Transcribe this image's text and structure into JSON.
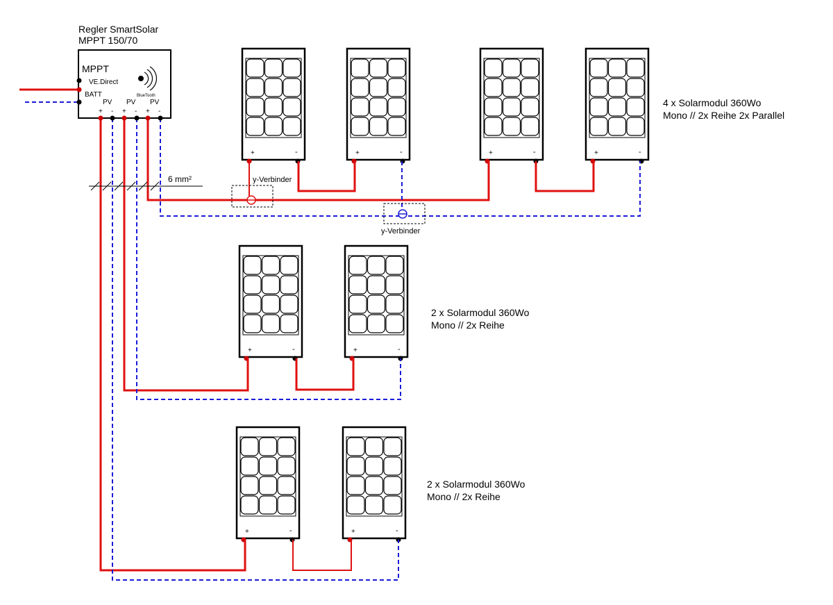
{
  "colors": {
    "positive": "#e01010",
    "negative": "#1a1ad8"
  },
  "controller": {
    "title_line1": "Regler SmartSolar",
    "title_line2": "MPPT 150/70",
    "mppt_label": "MPPT",
    "vedirect_label": "VE.Direct",
    "batt_label": "BATT",
    "bluetooth_label": "BlueTooth",
    "pv_label": "PV",
    "plus_sign": "+",
    "minus_sign": "-"
  },
  "cable_label": "6 mm²",
  "connectors": [
    {
      "label": "y-Verbinder"
    },
    {
      "label": "y-Verbinder"
    }
  ],
  "module_plus": "+",
  "module_minus": "-",
  "groups": [
    {
      "line1": "4 x Solarmodul 360Wo",
      "line2": "Mono // 2x Reihe 2x Parallel"
    },
    {
      "line1": "2 x Solarmodul 360Wo",
      "line2": "Mono // 2x Reihe"
    },
    {
      "line1": "2 x Solarmodul 360Wo",
      "line2": "Mono // 2x Reihe"
    }
  ]
}
